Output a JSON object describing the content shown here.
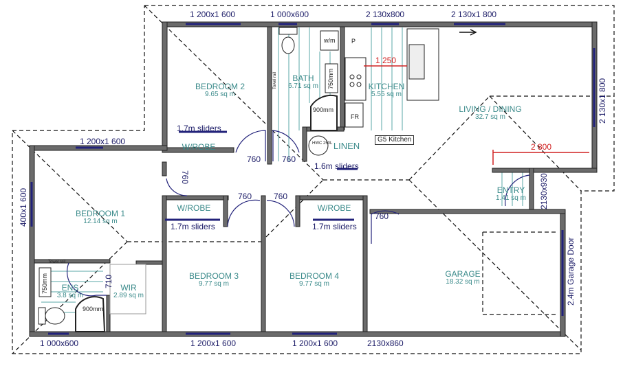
{
  "windows": {
    "w1": "1 200x1 600",
    "w2": "1 000x600",
    "w3": "2 130x800",
    "w4": "2 130x1 800",
    "w5": "2 130x1 800",
    "w6": "1 200x1 600",
    "w7": "400x1 600",
    "w8": "1 000x600",
    "w9": "1 200x1 600",
    "w10": "1 200x1 600",
    "w11": "2130x860",
    "w12": "2130x930",
    "garage_door": "2.4m Garage Door"
  },
  "rooms": {
    "bedroom2": {
      "name": "BEDROOM 2",
      "area": "9.65 sq m"
    },
    "bath": {
      "name": "BATH",
      "area": "6.71 sq m"
    },
    "kitchen": {
      "name": "KITCHEN",
      "area": "5.55 sq m"
    },
    "living": {
      "name": "LIVING / DINING",
      "area": "32.7 sq m"
    },
    "bedroom1": {
      "name": "BEDROOM 1",
      "area": "12.14 sq m"
    },
    "bedroom3": {
      "name": "BEDROOM 3",
      "area": "9.77 sq m"
    },
    "bedroom4": {
      "name": "BEDROOM 4",
      "area": "9.77 sq m"
    },
    "garage": {
      "name": "GARAGE",
      "area": "18.32 sq m"
    },
    "entry": {
      "name": "ENTRY",
      "area": "1.41 sq m"
    },
    "ens": {
      "name": "ENS",
      "area": "3.8 sq m"
    },
    "wir": {
      "name": "WIR",
      "area": "2.89 sq m"
    },
    "linen": {
      "name": "LINEN"
    }
  },
  "labels": {
    "wrobe": "W/ROBE",
    "sliders17": "1.7m sliders",
    "sliders16": "1.6m sliders",
    "door760": "760",
    "door710": "710",
    "shower900": "900mm",
    "vanity750": "750mm",
    "wm": "w/m",
    "pantry": "P",
    "fridge": "FR",
    "hwc": "HWC 250L",
    "towel_rail": "Towel rail",
    "kitchen_tag": "G5 Kitchen"
  },
  "dimensions": {
    "kitchen_width": "1 250",
    "living_width": "2 800"
  }
}
